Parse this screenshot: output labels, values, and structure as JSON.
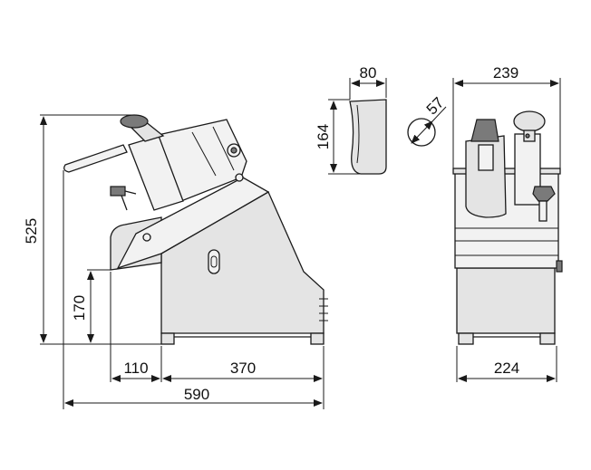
{
  "dimensions": {
    "height_total": "525",
    "height_base": "170",
    "depth_front": "110",
    "depth_base": "370",
    "depth_total": "590",
    "hopper_width": "80",
    "hopper_height": "164",
    "feed_tube_diameter": "57",
    "width_top": "239",
    "width_base": "224"
  },
  "colors": {
    "line": "#1a1a1a",
    "body": "#e4e4e4",
    "accent": "#7a7a7a"
  }
}
